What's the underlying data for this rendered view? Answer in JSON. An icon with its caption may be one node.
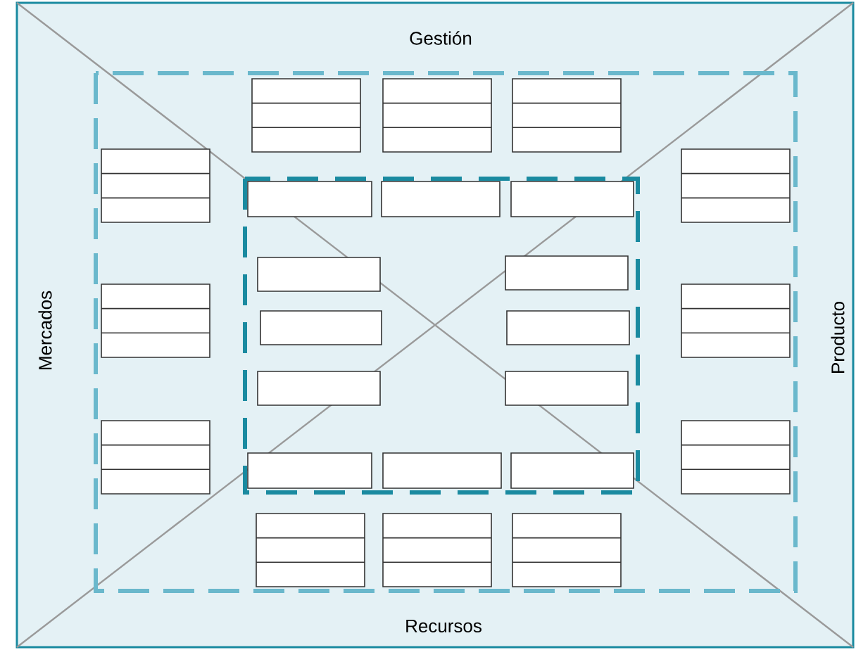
{
  "diagram": {
    "nodes": [
      {
        "text": [],
        "shape": "table"
      },
      {
        "text": [],
        "shape": "table"
      },
      {
        "text": [],
        "shape": "table"
      },
      {
        "text": [],
        "shape": "table"
      },
      {
        "text": [],
        "shape": "table"
      },
      {
        "text": [],
        "shape": "box"
      },
      {
        "text": [],
        "shape": "box"
      },
      {
        "text": [],
        "shape": "box"
      },
      {
        "text": [],
        "shape": "box"
      },
      {
        "text": [],
        "shape": "box"
      },
      {
        "text": [],
        "shape": "table"
      },
      {
        "text": [],
        "shape": "table"
      },
      {
        "text": [],
        "shape": "box"
      },
      {
        "text": [],
        "shape": "box"
      },
      {
        "text": [],
        "shape": "box"
      },
      {
        "text": [],
        "shape": "box"
      },
      {
        "text": [],
        "shape": "table"
      },
      {
        "text": [],
        "shape": "table"
      },
      {
        "text": [],
        "shape": "box"
      },
      {
        "text": [],
        "shape": "box"
      },
      {
        "text": [],
        "shape": "box"
      },
      {
        "text": [],
        "shape": "table"
      },
      {
        "text": [],
        "shape": "table"
      },
      {
        "text": [],
        "shape": "table"
      }
    ],
    "labels": [
      "Gestión",
      "Mercados",
      "Producto",
      "Recursos"
    ]
  }
}
